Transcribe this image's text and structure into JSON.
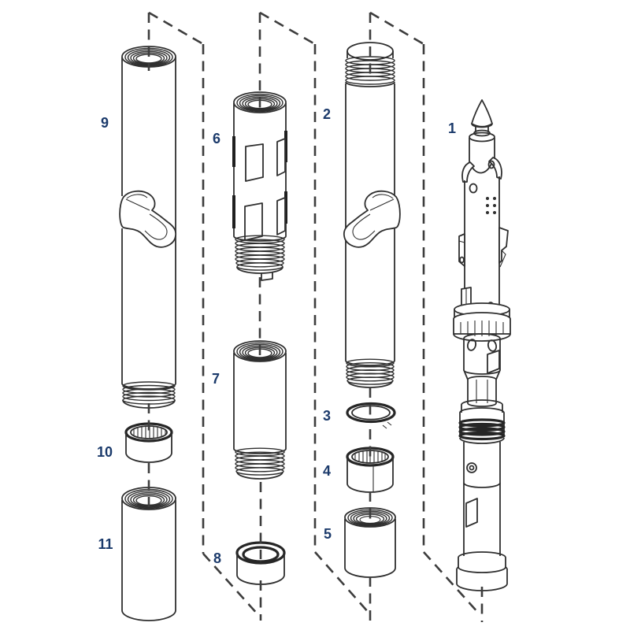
{
  "diagram": {
    "type": "exploded-parts-diagram",
    "background": "#ffffff",
    "line_color": "#2f2f2f",
    "dash_color": "#3d3d3d",
    "label_color": "#1b3a6b",
    "labels": [
      {
        "text": "9"
      },
      {
        "text": "6"
      },
      {
        "text": "2"
      },
      {
        "text": "1"
      },
      {
        "text": "7"
      },
      {
        "text": "3"
      },
      {
        "text": "10"
      },
      {
        "text": "4"
      },
      {
        "text": "11"
      },
      {
        "text": "5"
      },
      {
        "text": "8"
      }
    ]
  }
}
